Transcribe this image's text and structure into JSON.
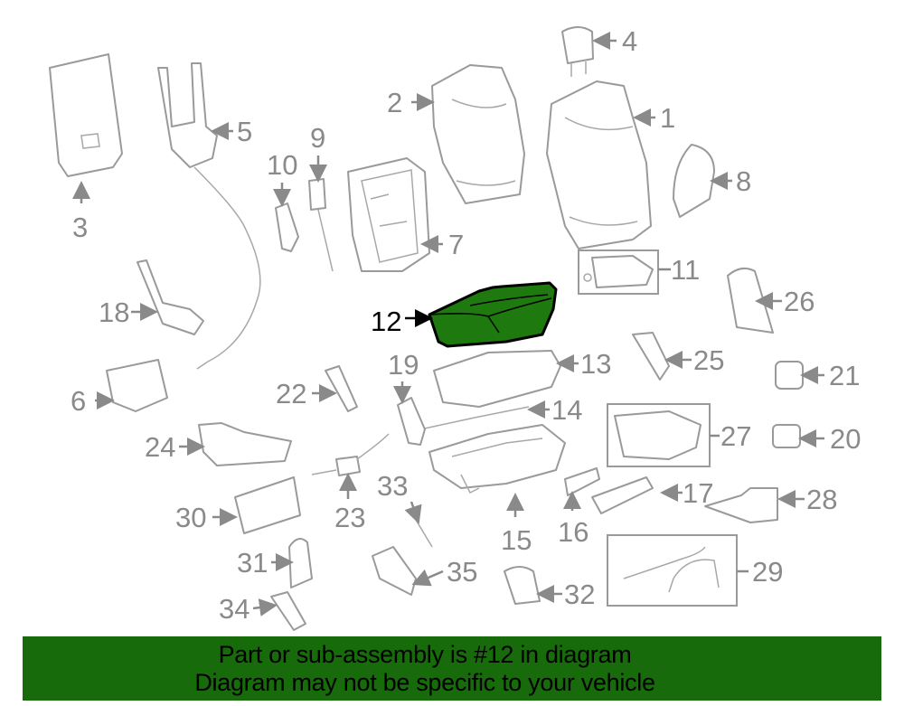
{
  "labels": {
    "1": "1",
    "2": "2",
    "3": "3",
    "4": "4",
    "5": "5",
    "6": "6",
    "7": "7",
    "8": "8",
    "9": "9",
    "10": "10",
    "11": "11",
    "12": "12",
    "13": "13",
    "14": "14",
    "15": "15",
    "16": "16",
    "17": "17",
    "18": "18",
    "19": "19",
    "20": "20",
    "21": "21",
    "22": "22",
    "23": "23",
    "24": "24",
    "25": "25",
    "26": "26",
    "27": "27",
    "28": "28",
    "29": "29",
    "30": "30",
    "31": "31",
    "32": "32",
    "33": "33",
    "34": "34",
    "35": "35"
  },
  "highlighted_part": "12",
  "colors": {
    "highlight_fill": "#1e7a0e",
    "banner_bg": "#176b0b",
    "line": "#9a9a9a"
  },
  "banner": {
    "line1": "Part or sub-assembly is #12 in diagram",
    "line2": "Diagram may not be specific to your vehicle"
  }
}
